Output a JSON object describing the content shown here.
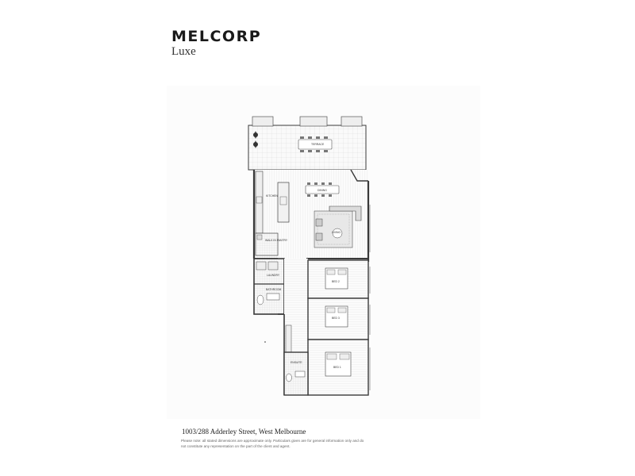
{
  "brand": {
    "name": "MELCORP",
    "subname": "Luxe"
  },
  "plan": {
    "rooms": {
      "terrace": "TERRACE",
      "dining": "DINING",
      "kitchen": "KITCHEN",
      "living": "LIVING",
      "wir": "WALK IN PANTRY",
      "laundry": "LAUNDRY",
      "bathroom": "BATHROOM",
      "bed2": "BED 2",
      "bed3": "BED 3",
      "bed1": "BED 1",
      "ensuite": "ENSUITE"
    }
  },
  "footer": {
    "address": "1003/288 Adderley Street, West Melbourne",
    "disclaimer": "Please note: all stated dimensions are approximate only. Particulars given are for general information only and do not constitute any representation on the part of the client and agent."
  },
  "colors": {
    "wall": "#3a3a3a",
    "floor_lines": "#c8c8c8",
    "background": "#ffffff"
  }
}
